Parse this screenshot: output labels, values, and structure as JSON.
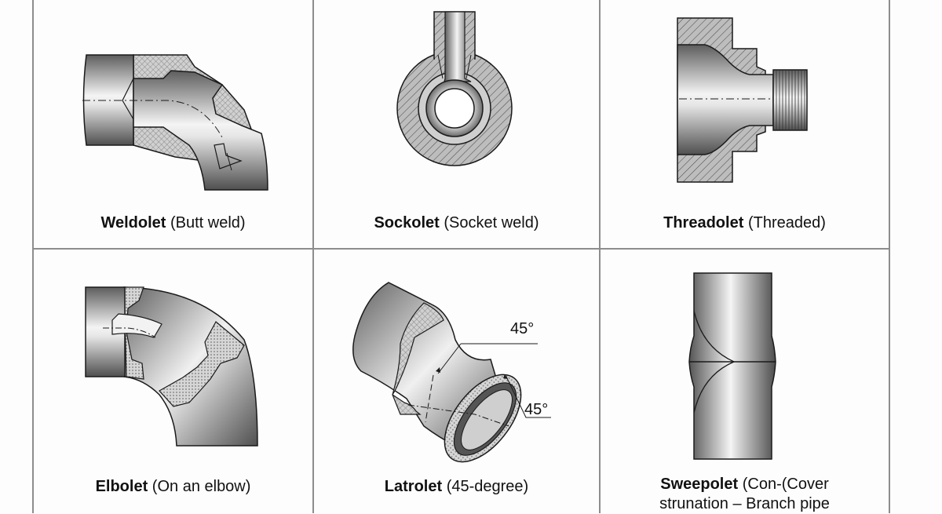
{
  "figure": {
    "cells": [
      {
        "name": "Weldolet",
        "desc": "(Butt weld)"
      },
      {
        "name": "Sockolet",
        "desc": "(Socket weld)"
      },
      {
        "name": "Threadolet",
        "desc": "(Threaded)"
      },
      {
        "name": "Elbolet",
        "desc": "(On an elbow)"
      },
      {
        "name": "Latrolet",
        "desc": "(45-degree)"
      },
      {
        "name": "Sweepolet",
        "desc": "(Con-(Cover",
        "desc_line2": "strunation – Branch pipe"
      }
    ],
    "annotations": {
      "angle_top": "45°",
      "angle_bottom": "45°"
    },
    "colors": {
      "grid": "#8d8d8d",
      "steel_dark": "#5a5a5a",
      "steel_light": "#f2f2f2",
      "hatch_fill": "#b8b8b8",
      "outline": "#1a1a1a"
    }
  }
}
